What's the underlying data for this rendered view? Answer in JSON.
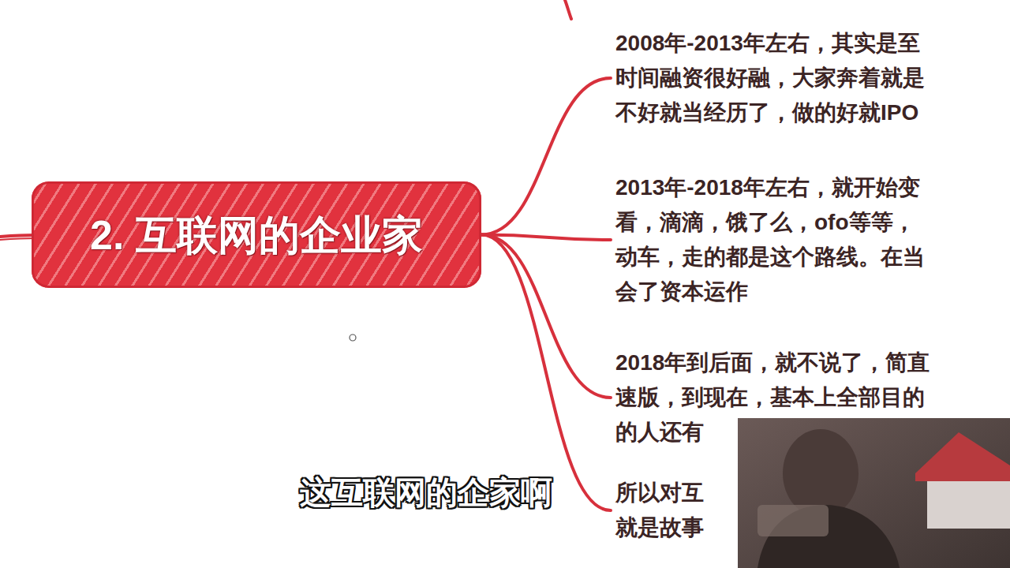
{
  "diagram": {
    "nodes": [
      {
        "text": [
          "2. 互联网的企业家"
        ]
      },
      {
        "text": [
          "2008年-2013年左右，其实是至 时间融资很好融，大家奔着就是 不好就当经历了，做的好就IPO"
        ]
      },
      {
        "text": [
          "2013年-2018年左右，就开始变 看，滴滴，饿了么，ofo等等， 动车，走的都是这个路线。在当 会了资本运作"
        ]
      },
      {
        "text": [
          "2018年到后面，就不说了，简直 速版，到现在，基本上全部目的 的人还有"
        ]
      },
      {
        "text": [
          "所以对互 就是故事"
        ]
      }
    ],
    "edges": [
      {
        "from": 0,
        "to": 1,
        "arrow": "none"
      },
      {
        "from": 0,
        "to": 2,
        "arrow": "none"
      },
      {
        "from": 0,
        "to": 3,
        "arrow": "none"
      },
      {
        "from": 0,
        "to": 4,
        "arrow": "none"
      }
    ],
    "labels": [
      "这互联网的企家啊"
    ]
  }
}
